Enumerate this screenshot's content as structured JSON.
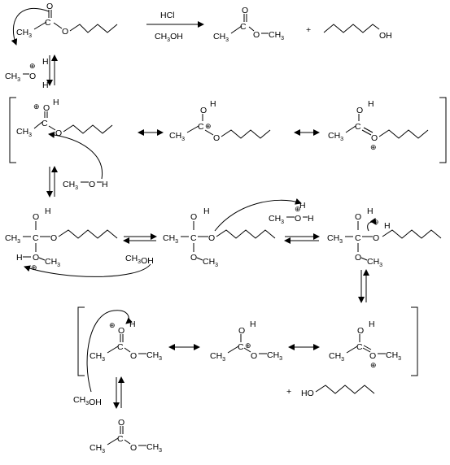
{
  "reagents": {
    "acid": "HCl",
    "solvent_main": "CH",
    "solvent_sub": "3",
    "solvent_end": "OH"
  },
  "plus": "+",
  "labels": {
    "o": "O",
    "h": "H",
    "c": "C",
    "oh": "OH",
    "ho": "HO",
    "ch3o": "CH3O",
    "ch3": "CH3",
    "och3": "OCH3",
    "ch3oh": "CH3OH",
    "ch3o_h": "CH3-O-H"
  },
  "glyphs": {
    "ch": "CH",
    "three": "3",
    "plus_charge": "+",
    "minus": "–"
  }
}
